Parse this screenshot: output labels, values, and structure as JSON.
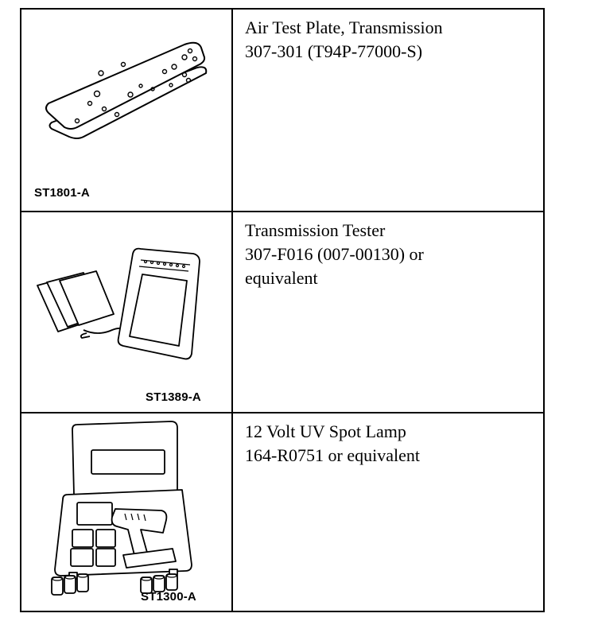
{
  "tools": [
    {
      "code": "ST1801-A",
      "name": "Air Test Plate, Transmission",
      "number": "307-301 (T94P-77000-S)",
      "illustration": "air-test-plate"
    },
    {
      "code": "ST1389-A",
      "name": "Transmission Tester",
      "number": "307-F016 (007-00130) or",
      "note": "equivalent",
      "illustration": "transmission-tester"
    },
    {
      "code": "ST1300-A",
      "name": "12 Volt UV Spot Lamp",
      "number": "164-R0751 or equivalent",
      "illustration": "uv-spot-lamp-kit"
    }
  ],
  "colors": {
    "ink": "#000000",
    "paper": "#ffffff"
  }
}
